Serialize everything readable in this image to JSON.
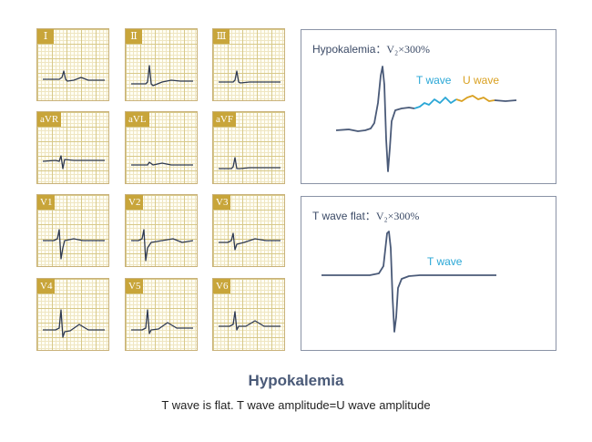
{
  "leads": [
    {
      "id": "I",
      "label": "Ⅰ"
    },
    {
      "id": "II",
      "label": "Ⅱ"
    },
    {
      "id": "III",
      "label": "Ⅲ"
    },
    {
      "id": "aVR",
      "label": "aVR"
    },
    {
      "id": "aVL",
      "label": "aVL"
    },
    {
      "id": "aVF",
      "label": "aVF"
    },
    {
      "id": "V1",
      "label": "V1"
    },
    {
      "id": "V2",
      "label": "V2"
    },
    {
      "id": "V3",
      "label": "V3"
    },
    {
      "id": "V4",
      "label": "V4"
    },
    {
      "id": "V5",
      "label": "V5"
    },
    {
      "id": "V6",
      "label": "V6"
    }
  ],
  "panel_top": {
    "title": "Hypokalemia：",
    "formula": "V₂×300%",
    "t_wave_label": "T wave",
    "u_wave_label": "U wave"
  },
  "panel_bottom": {
    "title": "T wave flat：",
    "formula": "V₂×300%",
    "t_wave_label": "T  wave"
  },
  "caption": {
    "title": "Hypokalemia",
    "subtitle": "T wave is flat. T wave amplitude=U wave amplitude"
  },
  "colors": {
    "grid_major": "#d8c98a",
    "grid_minor": "#efe6c2",
    "lead_tag": "#c8a53a",
    "trace": "#2f3a52",
    "panel_trace": "#4a5a78",
    "t_wave": "#2aa7d6",
    "u_wave": "#d9a020",
    "title": "#4a5a78"
  }
}
